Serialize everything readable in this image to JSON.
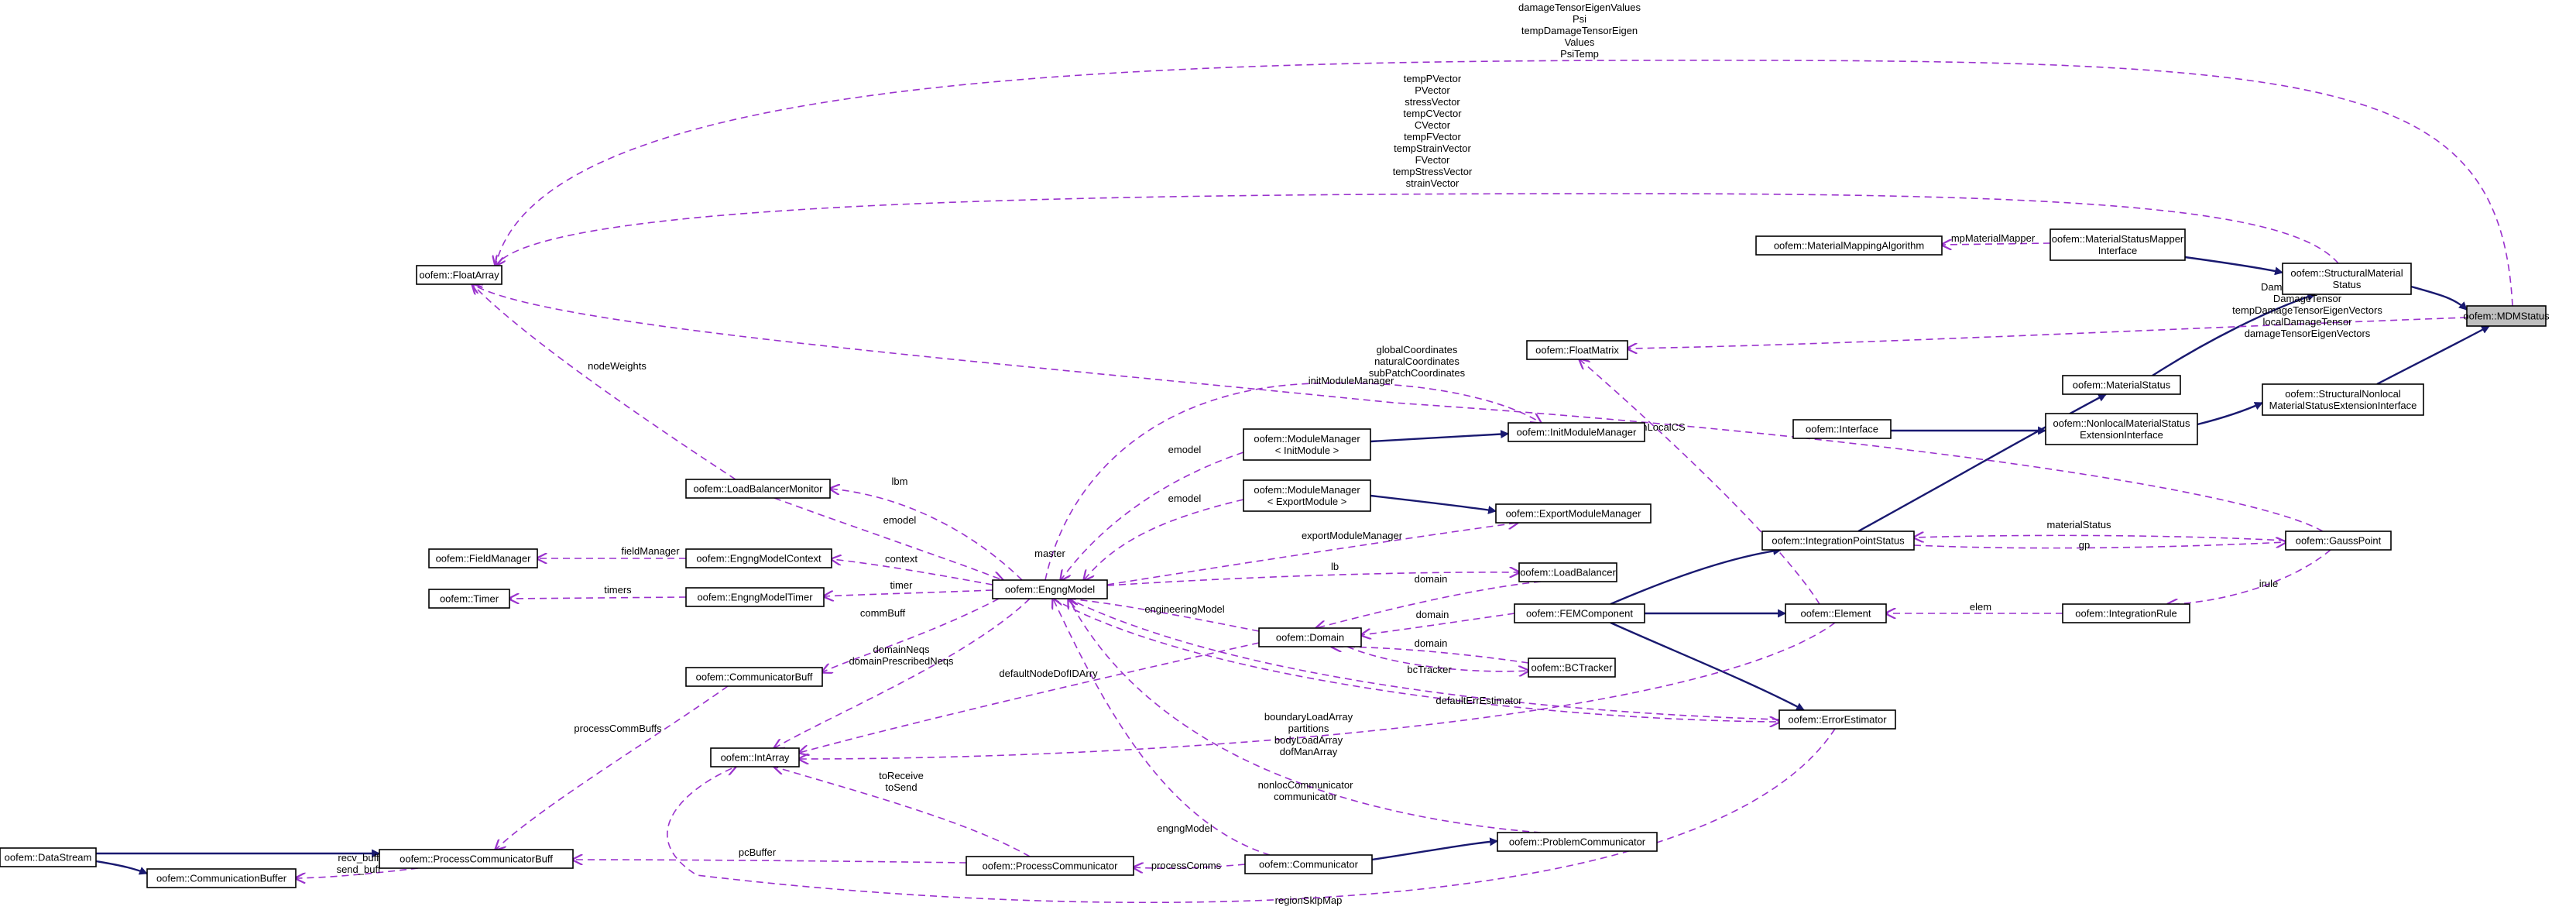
{
  "nodes": {
    "mdm_status": [
      "oofem::MDMStatus"
    ],
    "structural_material_status": [
      "oofem::StructuralMaterial",
      "Status"
    ],
    "structural_nonlocal_iface": [
      "oofem::StructuralNonlocal",
      "MaterialStatusExtensionInterface"
    ],
    "material_status_mapper_iface": [
      "oofem::MaterialStatusMapper",
      "Interface"
    ],
    "material_mapping_algorithm": [
      "oofem::MaterialMappingAlgorithm"
    ],
    "material_status": [
      "oofem::MaterialStatus"
    ],
    "nonlocal_material_status_iface": [
      "oofem::NonlocalMaterialStatus",
      "ExtensionInterface"
    ],
    "interface": [
      "oofem::Interface"
    ],
    "float_matrix": [
      "oofem::FloatMatrix"
    ],
    "float_array": [
      "oofem::FloatArray"
    ],
    "init_module_manager": [
      "oofem::InitModuleManager"
    ],
    "module_manager_init": [
      "oofem::ModuleManager",
      "< InitModule >"
    ],
    "module_manager_export": [
      "oofem::ModuleManager",
      "< ExportModule >"
    ],
    "export_module_manager": [
      "oofem::ExportModuleManager"
    ],
    "integration_point_status": [
      "oofem::IntegrationPointStatus"
    ],
    "gauss_point": [
      "oofem::GaussPoint"
    ],
    "load_balancer_monitor": [
      "oofem::LoadBalancerMonitor"
    ],
    "field_manager": [
      "oofem::FieldManager"
    ],
    "engng_model_context": [
      "oofem::EngngModelContext"
    ],
    "timer": [
      "oofem::Timer"
    ],
    "engng_model_timer": [
      "oofem::EngngModelTimer"
    ],
    "engng_model": [
      "oofem::EngngModel"
    ],
    "load_balancer": [
      "oofem::LoadBalancer"
    ],
    "fem_component": [
      "oofem::FEMComponent"
    ],
    "element": [
      "oofem::Element"
    ],
    "integration_rule": [
      "oofem::IntegrationRule"
    ],
    "domain": [
      "oofem::Domain"
    ],
    "bc_tracker": [
      "oofem::BCTracker"
    ],
    "communicator_buff": [
      "oofem::CommunicatorBuff"
    ],
    "error_estimator": [
      "oofem::ErrorEstimator"
    ],
    "int_array": [
      "oofem::IntArray"
    ],
    "data_stream": [
      "oofem::DataStream"
    ],
    "process_communicator_buff": [
      "oofem::ProcessCommunicatorBuff"
    ],
    "communication_buffer": [
      "oofem::CommunicationBuffer"
    ],
    "process_communicator": [
      "oofem::ProcessCommunicator"
    ],
    "communicator": [
      "oofem::Communicator"
    ],
    "problem_communicator": [
      "oofem::ProblemCommunicator"
    ]
  },
  "edge_labels": {
    "damage_eigen_psi": [
      "damageTensorEigenValues",
      "Psi",
      "tempDamageTensorEigen",
      "Values",
      "PsiTemp"
    ],
    "vectors": [
      "tempPVector",
      "PVector",
      "stressVector",
      "tempCVector",
      "CVector",
      "tempFVector",
      "tempStrainVector",
      "FVector",
      "tempStressVector",
      "strainVector"
    ],
    "damage_tensors": [
      "DamageTensorTemp",
      "DamageTensor",
      "tempDamageTensorEigenVectors",
      "localDamageTensor",
      "damageTensorEigenVectors"
    ],
    "coordinates": [
      "globalCoordinates",
      "naturalCoordinates",
      "subPatchCoordinates"
    ],
    "mp_material_mapper": [
      "mpMaterialMapper"
    ],
    "node_weights": [
      "nodeWeights"
    ],
    "init_module_manager": [
      "initModuleManager"
    ],
    "elem_local_cs": [
      "elemLocalCS"
    ],
    "emodel_init": [
      "emodel"
    ],
    "emodel_export": [
      "emodel"
    ],
    "lbm": [
      "lbm"
    ],
    "emodel_lbm": [
      "emodel"
    ],
    "master": [
      "master"
    ],
    "field_manager": [
      "fieldManager"
    ],
    "context": [
      "context"
    ],
    "export_module_manager": [
      "exportModuleManager"
    ],
    "material_status": [
      "materialStatus"
    ],
    "gp": [
      "gp"
    ],
    "timers": [
      "timers"
    ],
    "timer": [
      "timer"
    ],
    "lb": [
      "lb"
    ],
    "domain_lb": [
      "domain"
    ],
    "comm_buff": [
      "commBuff"
    ],
    "engineering_model": [
      "engineeringModel"
    ],
    "domain_fem": [
      "domain"
    ],
    "elem": [
      "elem"
    ],
    "irule": [
      "irule"
    ],
    "domain_neqs": [
      "domainNeqs",
      "domainPrescribedNeqs"
    ],
    "domain_bc": [
      "domain"
    ],
    "bc_tracker": [
      "bcTracker"
    ],
    "default_node_dof": [
      "defaultNodeDofIDArry"
    ],
    "default_err_estimator": [
      "defaultErrEstimator"
    ],
    "process_comm_buffs": [
      "processCommBuffs"
    ],
    "arrays": [
      "boundaryLoadArray",
      "partitions",
      "bodyLoadArray",
      "dofManArray"
    ],
    "to_receive": [
      "toReceive",
      "toSend"
    ],
    "nonloc_communicator": [
      "nonlocCommunicator",
      "communicator"
    ],
    "engng_model": [
      "engngModel"
    ],
    "recv_buff": [
      "recv_buff",
      "send_buff"
    ],
    "pc_buffer": [
      "pcBuffer"
    ],
    "process_comms": [
      "processComms"
    ],
    "region_skip_map": [
      "regionSkipMap"
    ]
  },
  "colors": {
    "inheritance_edge": "#191970",
    "usage_edge": "#9a32cd",
    "focus_fill": "#bfbfbf"
  }
}
